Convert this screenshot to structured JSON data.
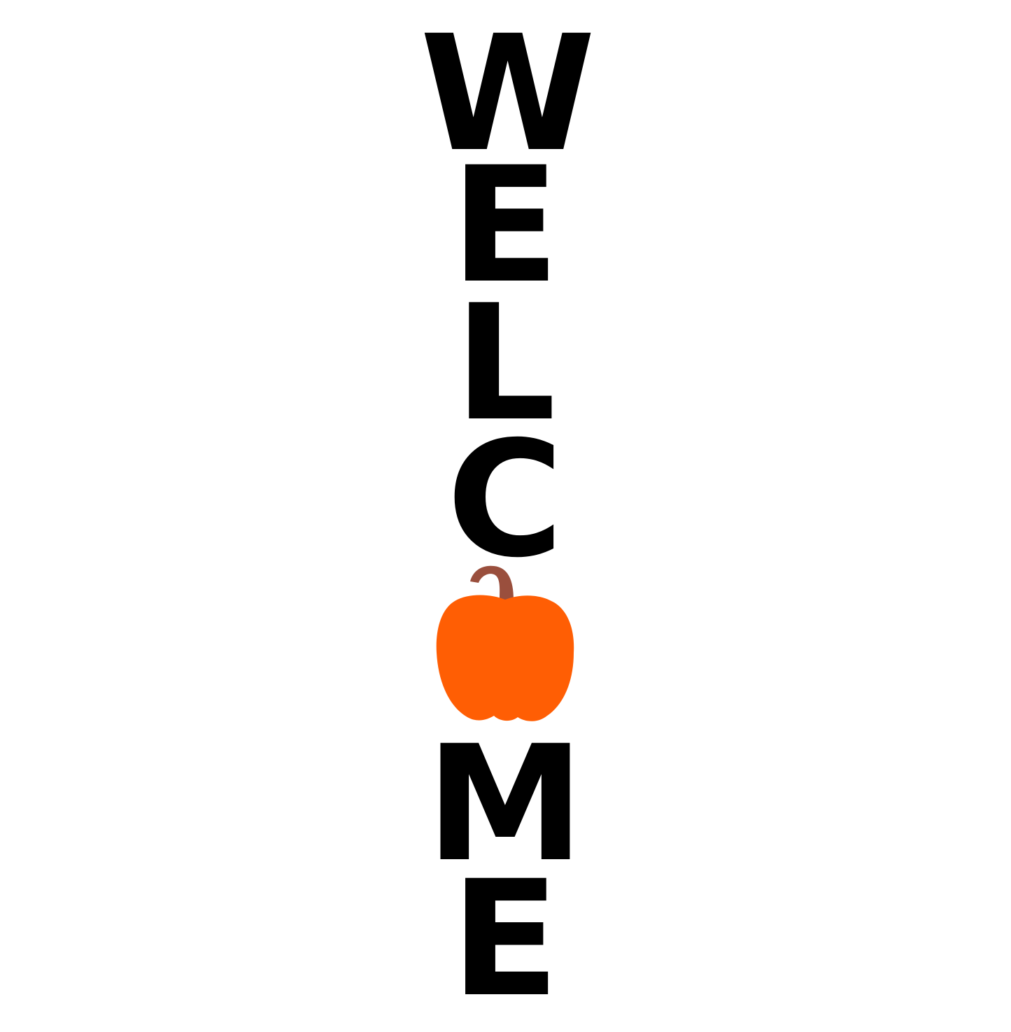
{
  "sign": {
    "letters": [
      "W",
      "E",
      "L",
      "C",
      "M",
      "E"
    ],
    "o_replacement": "pumpkin-icon"
  },
  "colors": {
    "letters": "#000000",
    "pumpkin_body": "#ff5e04",
    "pumpkin_stem": "#9a4f3d",
    "background": "#ffffff"
  }
}
